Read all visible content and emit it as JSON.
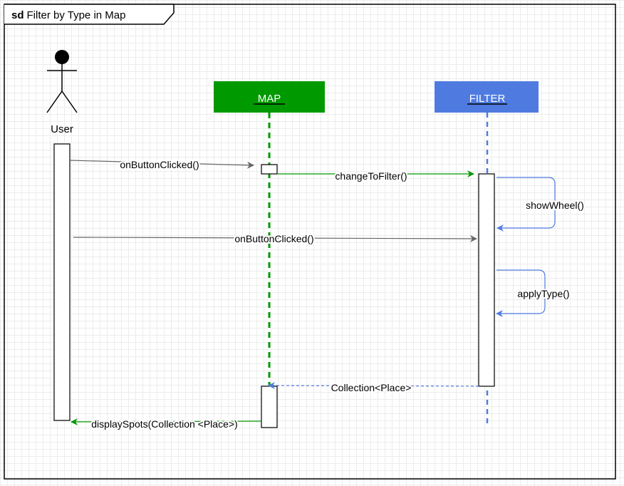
{
  "frame": {
    "keyword": "sd",
    "title": "Filter by Type in Map"
  },
  "actors": {
    "user": {
      "label": "User"
    },
    "map": {
      "label": "MAP",
      "color": "#009900"
    },
    "filter": {
      "label": "FILTER",
      "color": "#4f7be1"
    }
  },
  "messages": {
    "m1": {
      "label": "onButtonClicked()"
    },
    "m2": {
      "label": "changeToFilter()"
    },
    "m3": {
      "label": "showWheel()"
    },
    "m4": {
      "label": "onButtonClicked()"
    },
    "m5": {
      "label": "applyType()"
    },
    "m6": {
      "label": "Collection<Place>"
    },
    "m7": {
      "label": "displaySpots(Collection <Place>)"
    }
  },
  "colors": {
    "grey_arrow": "#666666",
    "green": "#009900",
    "blue": "#4f7be1"
  }
}
